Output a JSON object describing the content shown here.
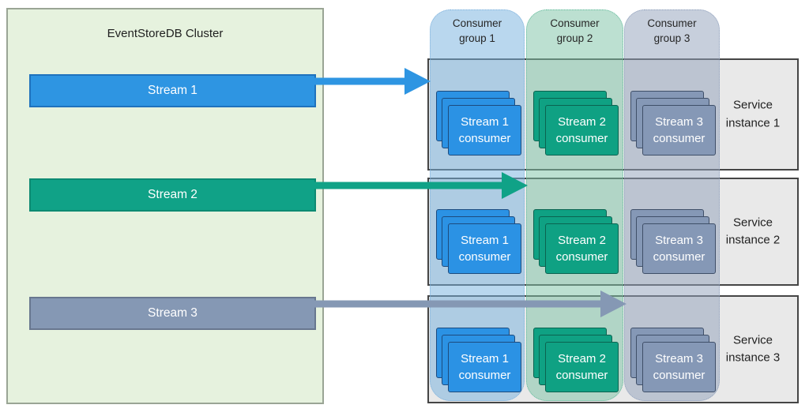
{
  "cluster": {
    "title": "EventStoreDB Cluster",
    "streams": [
      "Stream 1",
      "Stream 2",
      "Stream 3"
    ]
  },
  "consumer_groups": [
    "Consumer group 1",
    "Consumer group 2",
    "Consumer group 3"
  ],
  "service_instances": [
    "Service instance 1",
    "Service instance 2",
    "Service instance 3"
  ],
  "consumer_cards": {
    "stream1": "Stream 1 consumer",
    "stream2": "Stream 2 consumer",
    "stream3": "Stream 3 consumer"
  },
  "colors": {
    "cluster_fill": "#e6f2de",
    "cluster_border": "#9aa595",
    "stream1_blue": "#2e95e2",
    "stream2_teal": "#10a287",
    "stream3_slate": "#8598b4",
    "group1_fill": "#bad8ee",
    "group2_fill": "#bce0d1",
    "group3_fill": "#c7cfdc",
    "service_row_fill": "#e9e9e9",
    "service_row_border": "#454545"
  }
}
